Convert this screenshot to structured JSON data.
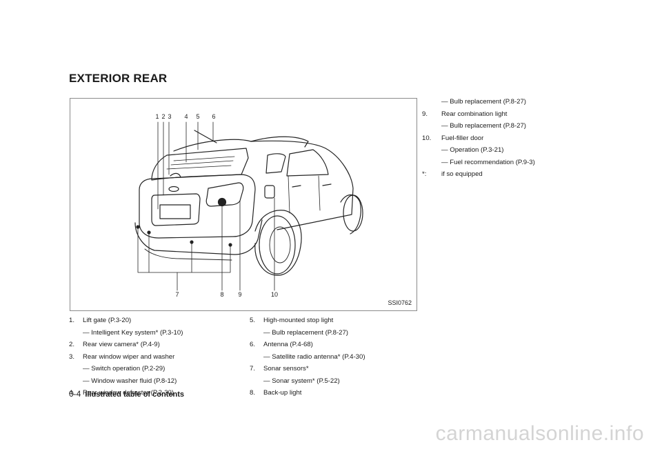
{
  "heading": "EXTERIOR REAR",
  "figure": {
    "id": "SSI0762",
    "callouts": [
      "1",
      "2",
      "3",
      "4",
      "5",
      "6",
      "7",
      "8",
      "9",
      "10"
    ]
  },
  "col1": [
    {
      "num": "1.",
      "text": "Lift gate (P.3-20)"
    },
    {
      "sub": "— Intelligent Key system* (P.3-10)"
    },
    {
      "num": "2.",
      "text": "Rear view camera* (P.4-9)"
    },
    {
      "num": "3.",
      "text": "Rear window wiper and washer"
    },
    {
      "sub": "— Switch operation (P.2-29)"
    },
    {
      "sub": "— Window washer fluid (P.8-12)"
    },
    {
      "num": "4.",
      "text": "Rear window defroster (P.2-30)"
    }
  ],
  "col2": [
    {
      "num": "5.",
      "text": "High-mounted stop light"
    },
    {
      "sub": "— Bulb replacement (P.8-27)"
    },
    {
      "num": "6.",
      "text": "Antenna (P.4-68)"
    },
    {
      "sub": "— Satellite radio antenna* (P.4-30)"
    },
    {
      "num": "7.",
      "text": "Sonar sensors*"
    },
    {
      "sub": "— Sonar system* (P.5-22)"
    },
    {
      "num": "8.",
      "text": "Back-up light"
    }
  ],
  "col3": [
    {
      "sub": "— Bulb replacement (P.8-27)"
    },
    {
      "num": "9.",
      "text": "Rear combination light"
    },
    {
      "sub": "— Bulb replacement (P.8-27)"
    },
    {
      "num": "10.",
      "text": "Fuel-filler door"
    },
    {
      "sub": "— Operation (P.3-21)"
    },
    {
      "sub": "— Fuel recommendation (P.9-3)"
    },
    {
      "num": "*:",
      "text": "if so equipped"
    }
  ],
  "footer": {
    "page": "0-4",
    "title": "Illustrated table of contents"
  },
  "watermark": "carmanualsonline.info"
}
